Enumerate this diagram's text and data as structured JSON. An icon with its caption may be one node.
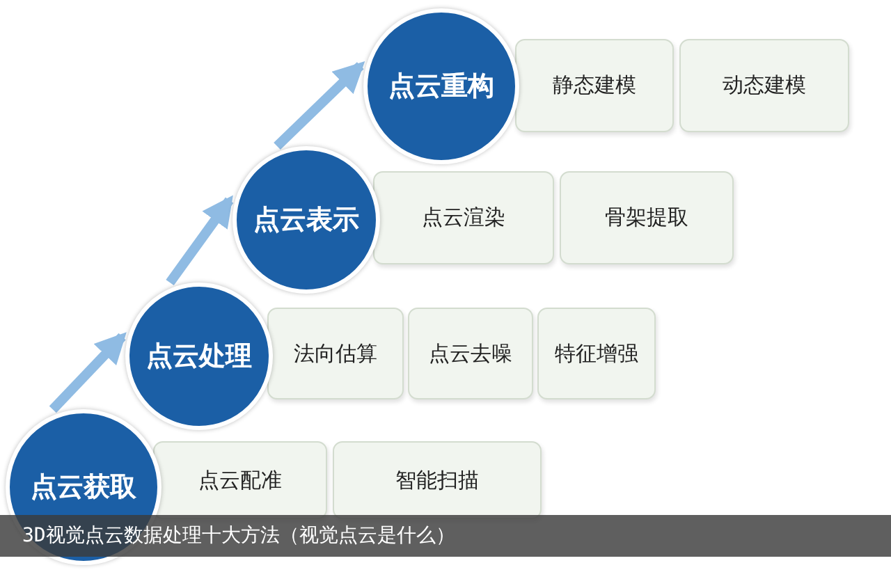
{
  "diagram": {
    "caption": "3D视觉点云数据处理十大方法（视觉点云是什么）",
    "nodes": [
      {
        "text": [
          "点云重构"
        ]
      },
      {
        "text": [
          "静态建模"
        ]
      },
      {
        "text": [
          "动态建模"
        ]
      },
      {
        "text": [
          "点云表示"
        ]
      },
      {
        "text": [
          "点云渲染"
        ]
      },
      {
        "text": [
          "骨架提取"
        ]
      },
      {
        "text": [
          "点云处理"
        ]
      },
      {
        "text": [
          "法向估算"
        ]
      },
      {
        "text": [
          "点云去噪"
        ]
      },
      {
        "text": [
          "特征增强"
        ]
      },
      {
        "text": [
          "点云获取"
        ]
      },
      {
        "text": [
          "点云配准"
        ]
      },
      {
        "text": [
          "智能扫描"
        ]
      }
    ],
    "edges": [
      {
        "from": 10,
        "to": 6,
        "arrow": "to"
      },
      {
        "from": 6,
        "to": 3,
        "arrow": "to"
      },
      {
        "from": 3,
        "to": 0,
        "arrow": "to"
      }
    ]
  }
}
